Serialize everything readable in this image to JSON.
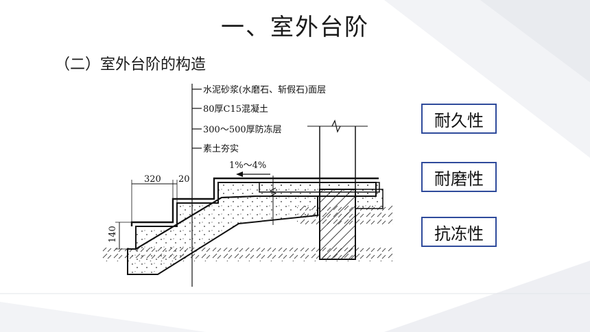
{
  "slide": {
    "title": "一、室外台阶",
    "subtitle": "（二）室外台阶的构造"
  },
  "diagram": {
    "layers": [
      "水泥砂浆(水磨石、斩假石)面层",
      "80厚C15混凝土",
      "300～500厚防冻层",
      "素土夯实"
    ],
    "slope_label": "1%～4%",
    "dim_tread": "320",
    "dim_gap": "20",
    "dim_riser": "140"
  },
  "properties": [
    "耐久性",
    "耐磨性",
    "抗冻性"
  ],
  "colors": {
    "box_border": "#2e4a9b",
    "line": "#111111"
  }
}
